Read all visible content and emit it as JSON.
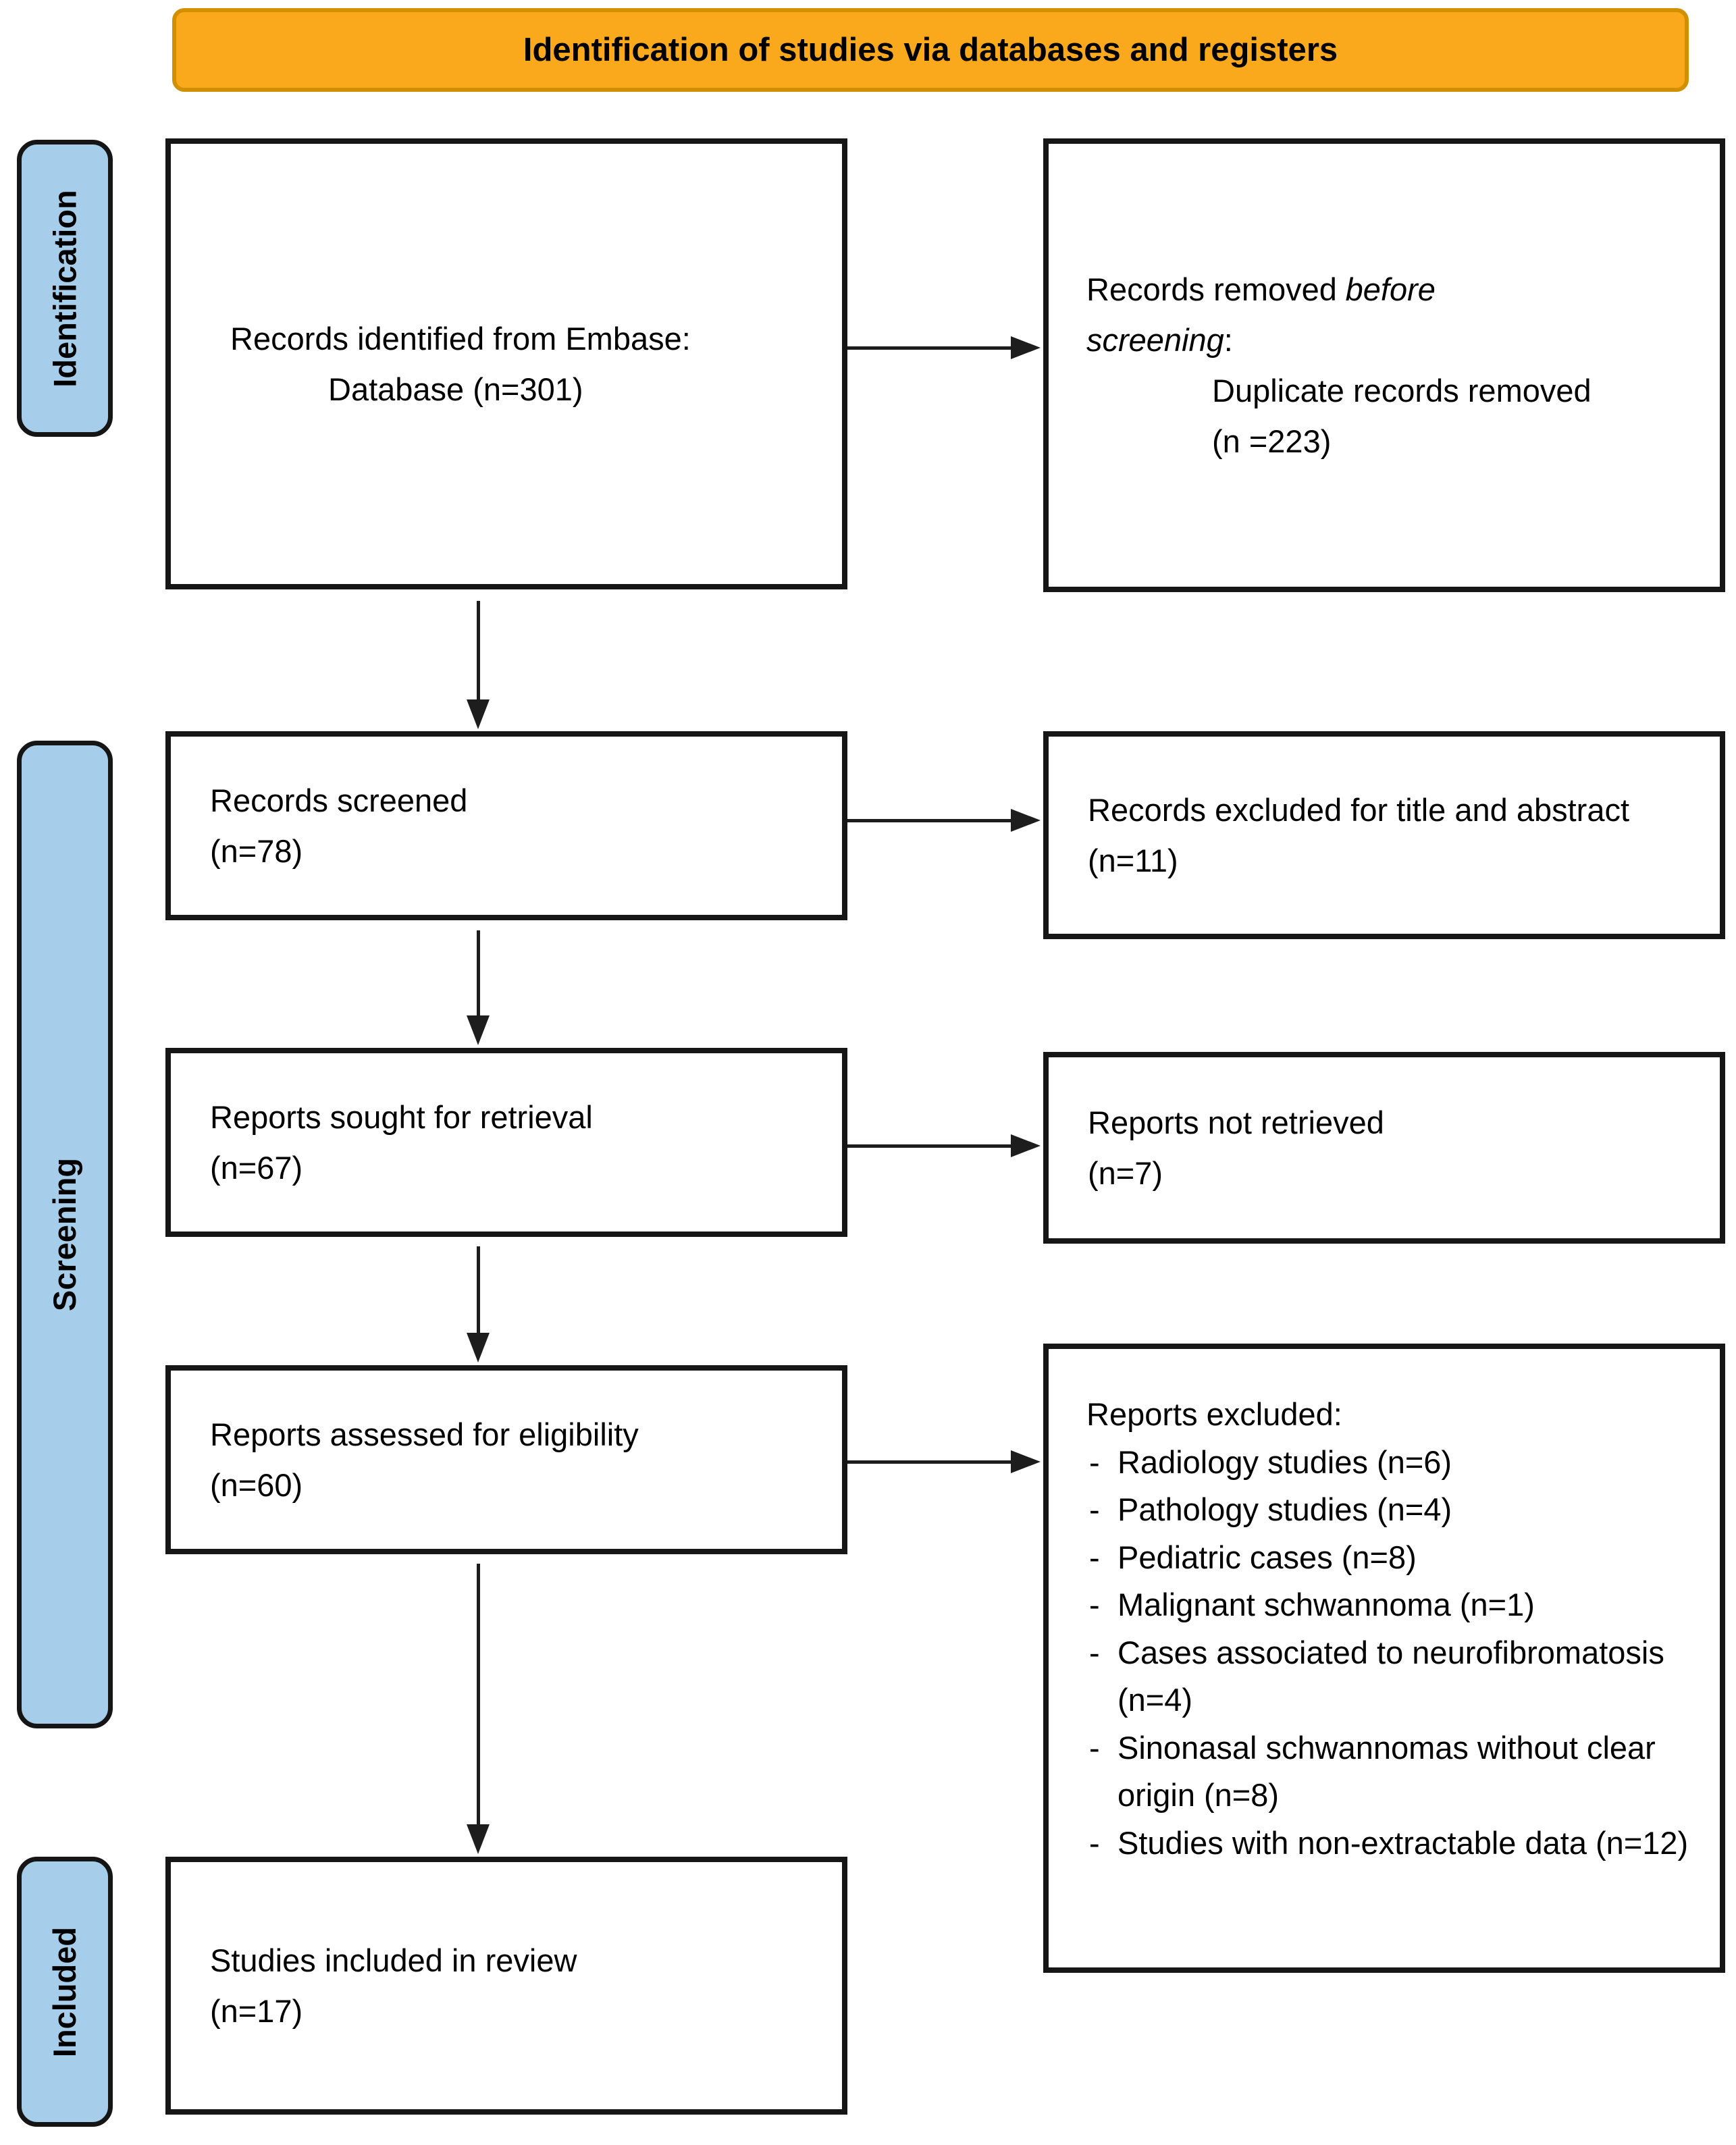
{
  "banner": {
    "title": "Identification of studies via databases and registers"
  },
  "stages": [
    {
      "label": "Identification"
    },
    {
      "label": "Screening"
    },
    {
      "label": "Included"
    }
  ],
  "boxes": {
    "identified": {
      "line1": "Records identified from Embase:",
      "line2": "Database (n=301)"
    },
    "removed": {
      "l1_text": "Records removed",
      "l1_italic": "before",
      "l2_italic": "screening",
      "l2_suffix": ":",
      "l3": "Duplicate records removed",
      "l4": "(n =223)"
    },
    "screened": {
      "line1": "Records screened",
      "line2": "(n=78)"
    },
    "excluded_title_abstract": {
      "line1": "Records excluded for title and abstract",
      "line2": "(n=11)"
    },
    "sought": {
      "line1": "Reports sought for retrieval",
      "line2": "(n=67)"
    },
    "not_retrieved": {
      "line1": "Reports not retrieved",
      "line2": "(n=7)"
    },
    "assessed": {
      "line1": "Reports assessed for eligibility",
      "line2": "(n=60)"
    },
    "reports_excluded": {
      "title": "Reports excluded:",
      "items": [
        "Radiology studies (n=6)",
        "Pathology studies (n=4)",
        "Pediatric cases (n=8)",
        "Malignant schwannoma (n=1)",
        "Cases associated to neurofibromatosis (n=4)",
        "Sinonasal schwannomas without clear origin (n=8)",
        "Studies with non-extractable data (n=12)"
      ]
    },
    "included": {
      "line1": "Studies included in review",
      "line2": "(n=17)"
    }
  },
  "colors": {
    "banner_bg": "#F9A91B",
    "banner_border": "#D29000",
    "stage_bg": "#A6CEEA",
    "box_border": "#161616",
    "arrow": "#1D1D1D"
  }
}
